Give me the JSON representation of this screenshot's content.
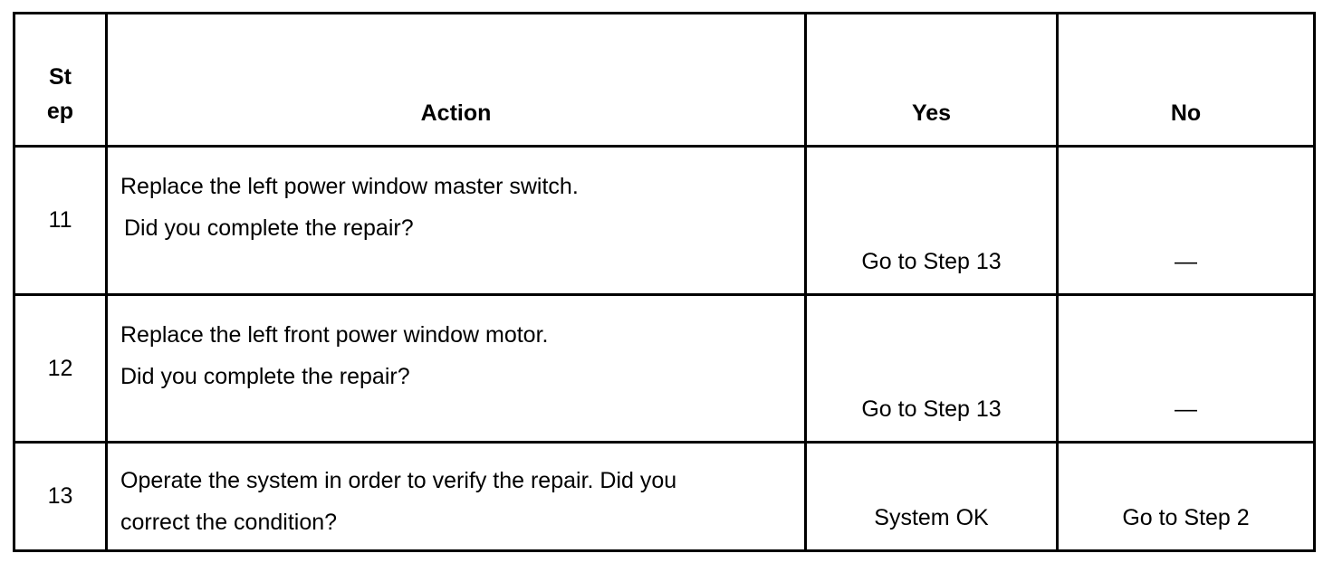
{
  "header": {
    "step_line1": "St",
    "step_line2": "ep",
    "action": "Action",
    "yes": "Yes",
    "no": "No"
  },
  "rows": [
    {
      "step": "11",
      "action_line1": "Replace the left power window master switch.",
      "action_line2": "Did you complete the repair?",
      "yes": "Go to Step 13",
      "no": "—"
    },
    {
      "step": "12",
      "action_line1": "Replace the left front power window motor.",
      "action_line2": "Did you complete the repair?",
      "yes": "Go to Step 13",
      "no": "—"
    },
    {
      "step": "13",
      "action_line1": "Operate the system in order to verify the repair. Did you",
      "action_line2": "correct the condition?",
      "yes": "System OK",
      "no": "Go to Step 2"
    }
  ]
}
